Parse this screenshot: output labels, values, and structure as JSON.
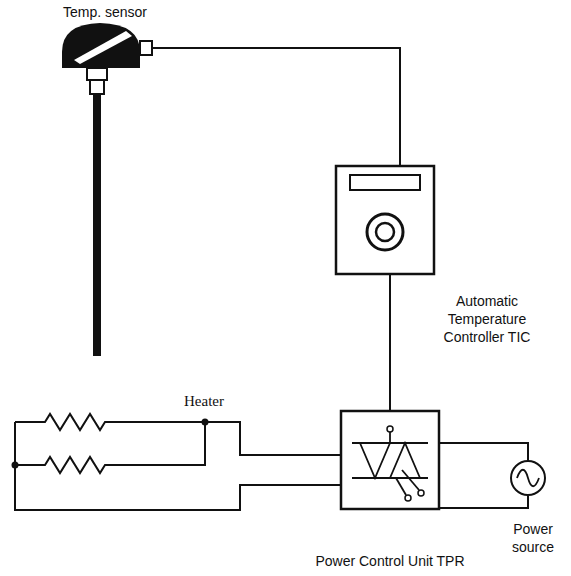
{
  "diagram": {
    "nodes": [
      {
        "text": [
          "Temp. sensor"
        ]
      },
      {
        "text": [
          "Automatic Temperature Controller TIC"
        ]
      },
      {
        "text": [
          "Heater"
        ]
      },
      {
        "text": [
          "Power Control Unit TPR"
        ]
      },
      {
        "text": [
          "Power source"
        ]
      }
    ],
    "edges": [
      {
        "from": 0,
        "to": 1,
        "arrow": "none"
      },
      {
        "from": 1,
        "to": 3,
        "arrow": "none"
      },
      {
        "from": 3,
        "to": 2,
        "arrow": "none"
      },
      {
        "from": 3,
        "to": 2,
        "arrow": "none"
      },
      {
        "from": 3,
        "to": 4,
        "arrow": "none"
      },
      {
        "from": 3,
        "to": 4,
        "arrow": "none"
      }
    ]
  }
}
